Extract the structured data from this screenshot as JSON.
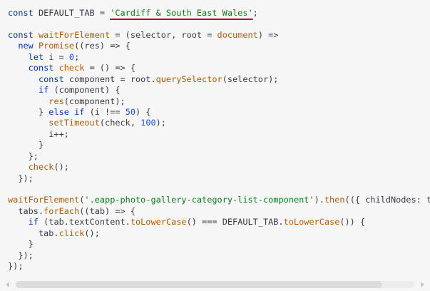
{
  "code": {
    "lines": [
      [
        {
          "t": "const",
          "c": "kw"
        },
        {
          "t": " DEFAULT_TAB = ",
          "c": "plain"
        },
        {
          "t": "'Cardiff & South East Wales'",
          "c": "str",
          "squiggle": true
        },
        {
          "t": ";",
          "c": "plain"
        }
      ],
      [],
      [
        {
          "t": "const",
          "c": "kw"
        },
        {
          "t": " ",
          "c": "plain"
        },
        {
          "t": "waitForElement",
          "c": "fn"
        },
        {
          "t": " = (selector, root = ",
          "c": "plain"
        },
        {
          "t": "document",
          "c": "fnc"
        },
        {
          "t": ") =>",
          "c": "plain"
        }
      ],
      [
        {
          "t": "  ",
          "c": "plain"
        },
        {
          "t": "new",
          "c": "kw"
        },
        {
          "t": " ",
          "c": "plain"
        },
        {
          "t": "Promise",
          "c": "fn"
        },
        {
          "t": "((res) => {",
          "c": "plain"
        }
      ],
      [
        {
          "t": "    ",
          "c": "plain"
        },
        {
          "t": "let",
          "c": "kw"
        },
        {
          "t": " i = ",
          "c": "plain"
        },
        {
          "t": "0",
          "c": "num"
        },
        {
          "t": ";",
          "c": "plain"
        }
      ],
      [
        {
          "t": "    ",
          "c": "plain"
        },
        {
          "t": "const",
          "c": "kw"
        },
        {
          "t": " ",
          "c": "plain"
        },
        {
          "t": "check",
          "c": "fn"
        },
        {
          "t": " = () => {",
          "c": "plain"
        }
      ],
      [
        {
          "t": "      ",
          "c": "plain"
        },
        {
          "t": "const",
          "c": "kw"
        },
        {
          "t": " component = root.",
          "c": "plain"
        },
        {
          "t": "querySelector",
          "c": "fn"
        },
        {
          "t": "(selector);",
          "c": "plain"
        }
      ],
      [
        {
          "t": "      ",
          "c": "plain"
        },
        {
          "t": "if",
          "c": "kw"
        },
        {
          "t": " (component) {",
          "c": "plain"
        }
      ],
      [
        {
          "t": "        ",
          "c": "plain"
        },
        {
          "t": "res",
          "c": "fn"
        },
        {
          "t": "(component);",
          "c": "plain"
        }
      ],
      [
        {
          "t": "      } ",
          "c": "plain"
        },
        {
          "t": "else",
          "c": "kw"
        },
        {
          "t": " ",
          "c": "plain"
        },
        {
          "t": "if",
          "c": "kw"
        },
        {
          "t": " (i !== ",
          "c": "plain"
        },
        {
          "t": "50",
          "c": "num"
        },
        {
          "t": ") {",
          "c": "plain"
        }
      ],
      [
        {
          "t": "        ",
          "c": "plain"
        },
        {
          "t": "setTimeout",
          "c": "fn"
        },
        {
          "t": "(check, ",
          "c": "plain"
        },
        {
          "t": "100",
          "c": "num"
        },
        {
          "t": ");",
          "c": "plain"
        }
      ],
      [
        {
          "t": "        i++;",
          "c": "plain"
        }
      ],
      [
        {
          "t": "      }",
          "c": "plain"
        }
      ],
      [
        {
          "t": "    };",
          "c": "plain"
        }
      ],
      [
        {
          "t": "    ",
          "c": "plain"
        },
        {
          "t": "check",
          "c": "fn"
        },
        {
          "t": "();",
          "c": "plain"
        }
      ],
      [
        {
          "t": "  });",
          "c": "plain"
        }
      ],
      [],
      [
        {
          "t": "waitForElement",
          "c": "fn"
        },
        {
          "t": "(",
          "c": "plain"
        },
        {
          "t": "'.eapp-photo-gallery-category-list-component'",
          "c": "str"
        },
        {
          "t": ").",
          "c": "plain"
        },
        {
          "t": "then",
          "c": "fn"
        },
        {
          "t": "(({ childNodes: tabs",
          "c": "plain"
        }
      ],
      [
        {
          "t": "  tabs.",
          "c": "plain"
        },
        {
          "t": "forEach",
          "c": "fn"
        },
        {
          "t": "((tab) => {",
          "c": "plain"
        }
      ],
      [
        {
          "t": "    ",
          "c": "plain"
        },
        {
          "t": "if",
          "c": "kw"
        },
        {
          "t": " (tab.textContent.",
          "c": "plain"
        },
        {
          "t": "toLowerCase",
          "c": "fn"
        },
        {
          "t": "() === DEFAULT_TAB.",
          "c": "plain"
        },
        {
          "t": "toLowerCase",
          "c": "fn"
        },
        {
          "t": "()) {",
          "c": "plain"
        }
      ],
      [
        {
          "t": "      tab.",
          "c": "plain"
        },
        {
          "t": "click",
          "c": "fn"
        },
        {
          "t": "();",
          "c": "plain"
        }
      ],
      [
        {
          "t": "    }",
          "c": "plain"
        }
      ],
      [
        {
          "t": "  });",
          "c": "plain"
        }
      ],
      [
        {
          "t": "});",
          "c": "plain"
        }
      ]
    ]
  },
  "scrollbar": {
    "left_icon": "chevron-left-icon",
    "right_icon": "chevron-right-icon",
    "thumb_fraction": 0.92
  },
  "colors": {
    "keyword": "#0033b3",
    "function": "#b35900",
    "string": "#067d17",
    "number": "#1750eb",
    "text": "#383a42",
    "error_underline": "#b00020",
    "background": "#f6f6f6"
  }
}
